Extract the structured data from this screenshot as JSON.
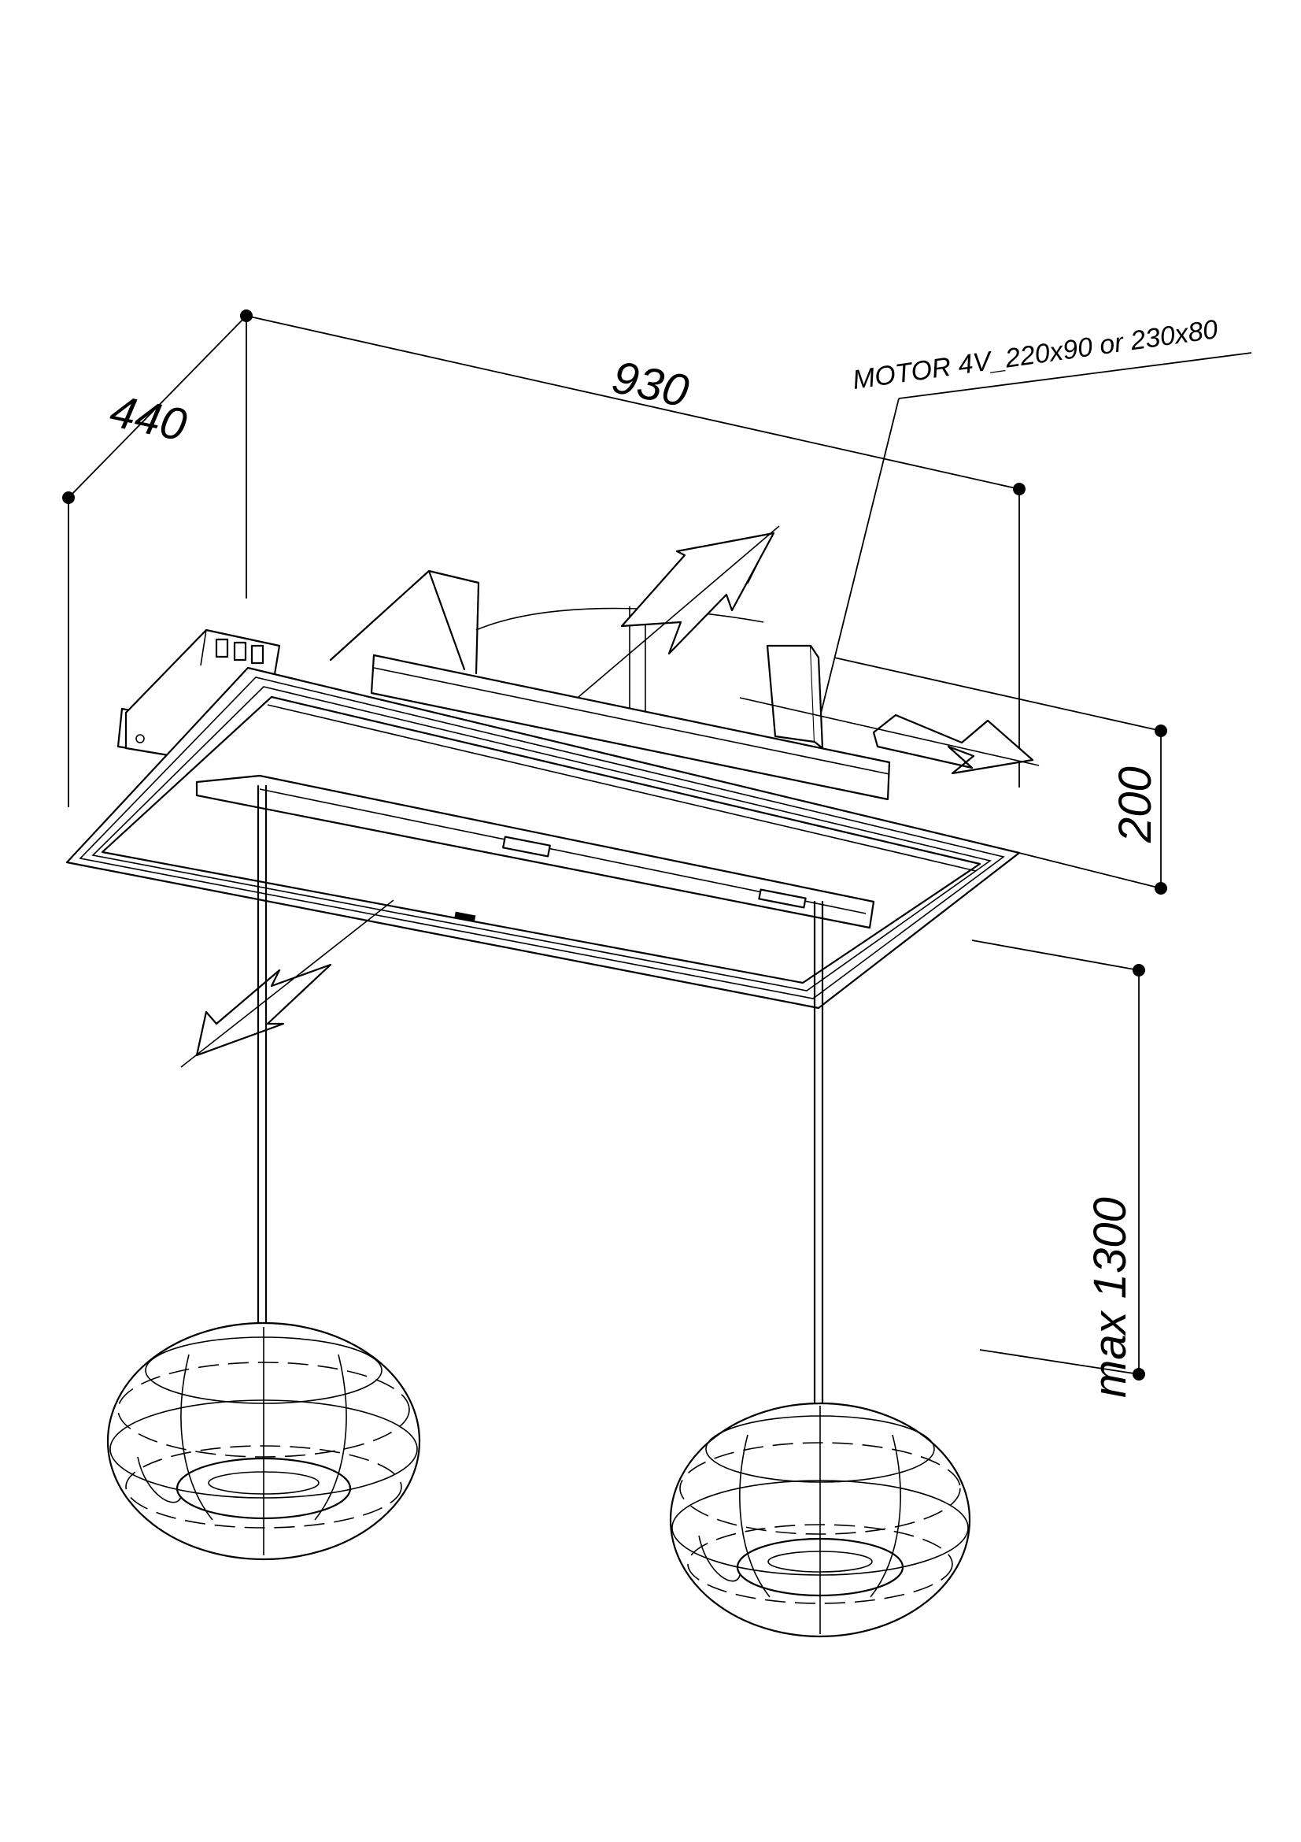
{
  "dimensions": {
    "width": "930",
    "depth": "440",
    "height": "200",
    "drop": "max 1300"
  },
  "annotations": {
    "motor": "MOTOR 4V_220x90 or 230x80"
  }
}
